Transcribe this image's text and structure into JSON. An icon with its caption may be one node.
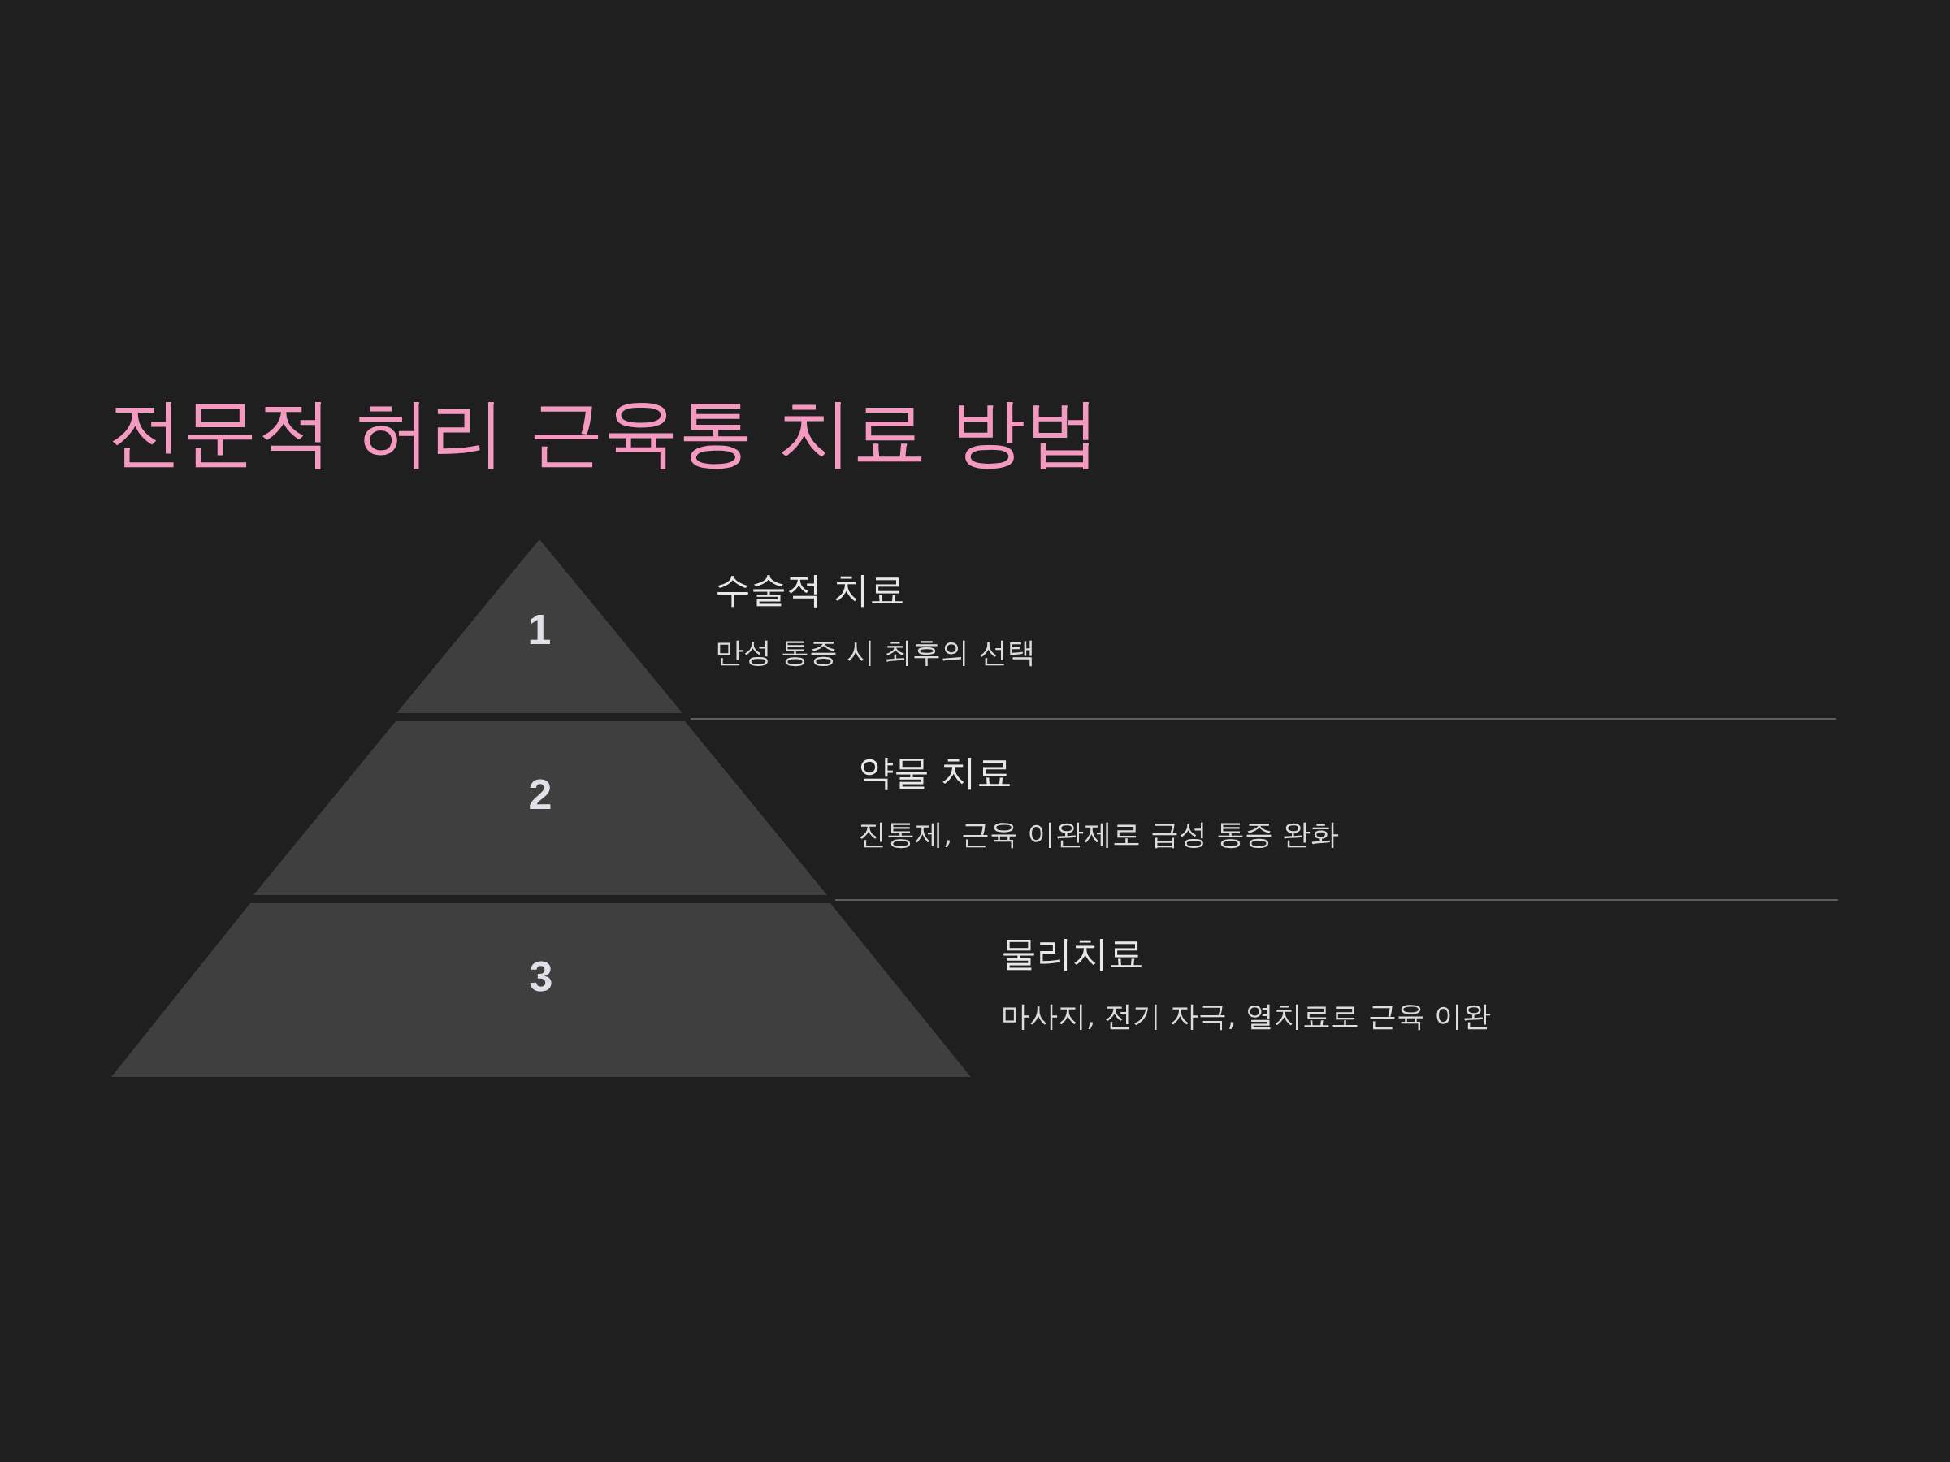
{
  "diagram": {
    "title": "전문적 허리 근육통 치료 방법",
    "nodes": [
      {
        "text": [
          "1"
        ],
        "beside": [
          "수술적 치료",
          "만성 통증 시 최후의 선택"
        ]
      },
      {
        "text": [
          "2"
        ],
        "beside": [
          "약물 치료",
          "진통제, 근육 이완제로 급성 통증 완화"
        ]
      },
      {
        "text": [
          "3"
        ],
        "beside": [
          "물리치료",
          "마사지, 전기 자극, 열치료로 근육 이완"
        ]
      }
    ],
    "edges": []
  }
}
